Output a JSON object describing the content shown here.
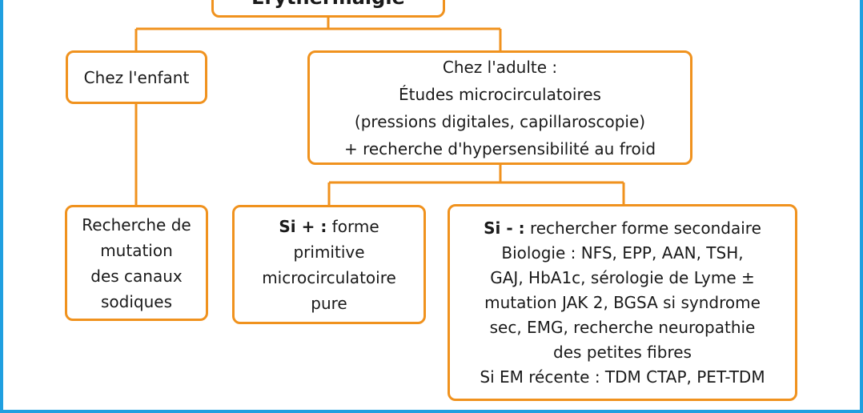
{
  "root": {
    "title": "Erythermalgie"
  },
  "enfant": {
    "label": "Chez l'enfant"
  },
  "adulte": {
    "lines": [
      "Chez l'adulte :",
      "Études microcirculatoires",
      "(pressions digitales, capillaroscopie)",
      "+ recherche d'hypersensibilité au froid"
    ]
  },
  "mutation": {
    "lines": [
      "Recherche de",
      "mutation",
      "des canaux",
      "sodiques"
    ]
  },
  "siplus": {
    "prefix": "Si + :",
    "rest": " forme",
    "lines": [
      "primitive",
      "microcirculatoire",
      "pure"
    ]
  },
  "simoins": {
    "prefix": "Si - :",
    "rest": " rechercher forme secondaire",
    "lines": [
      "Biologie : NFS, EPP, AAN, TSH,",
      "GAJ, HbA1c, sérologie de Lyme ±",
      "mutation JAK 2, BGSA si syndrome",
      "sec, EMG, recherche neuropathie",
      "des petites fibres",
      "Si EM récente : TDM CTAP, PET-TDM"
    ]
  },
  "colors": {
    "border": "#f0921e",
    "frame": "#1f9fe0",
    "text": "#1a1a1a"
  }
}
